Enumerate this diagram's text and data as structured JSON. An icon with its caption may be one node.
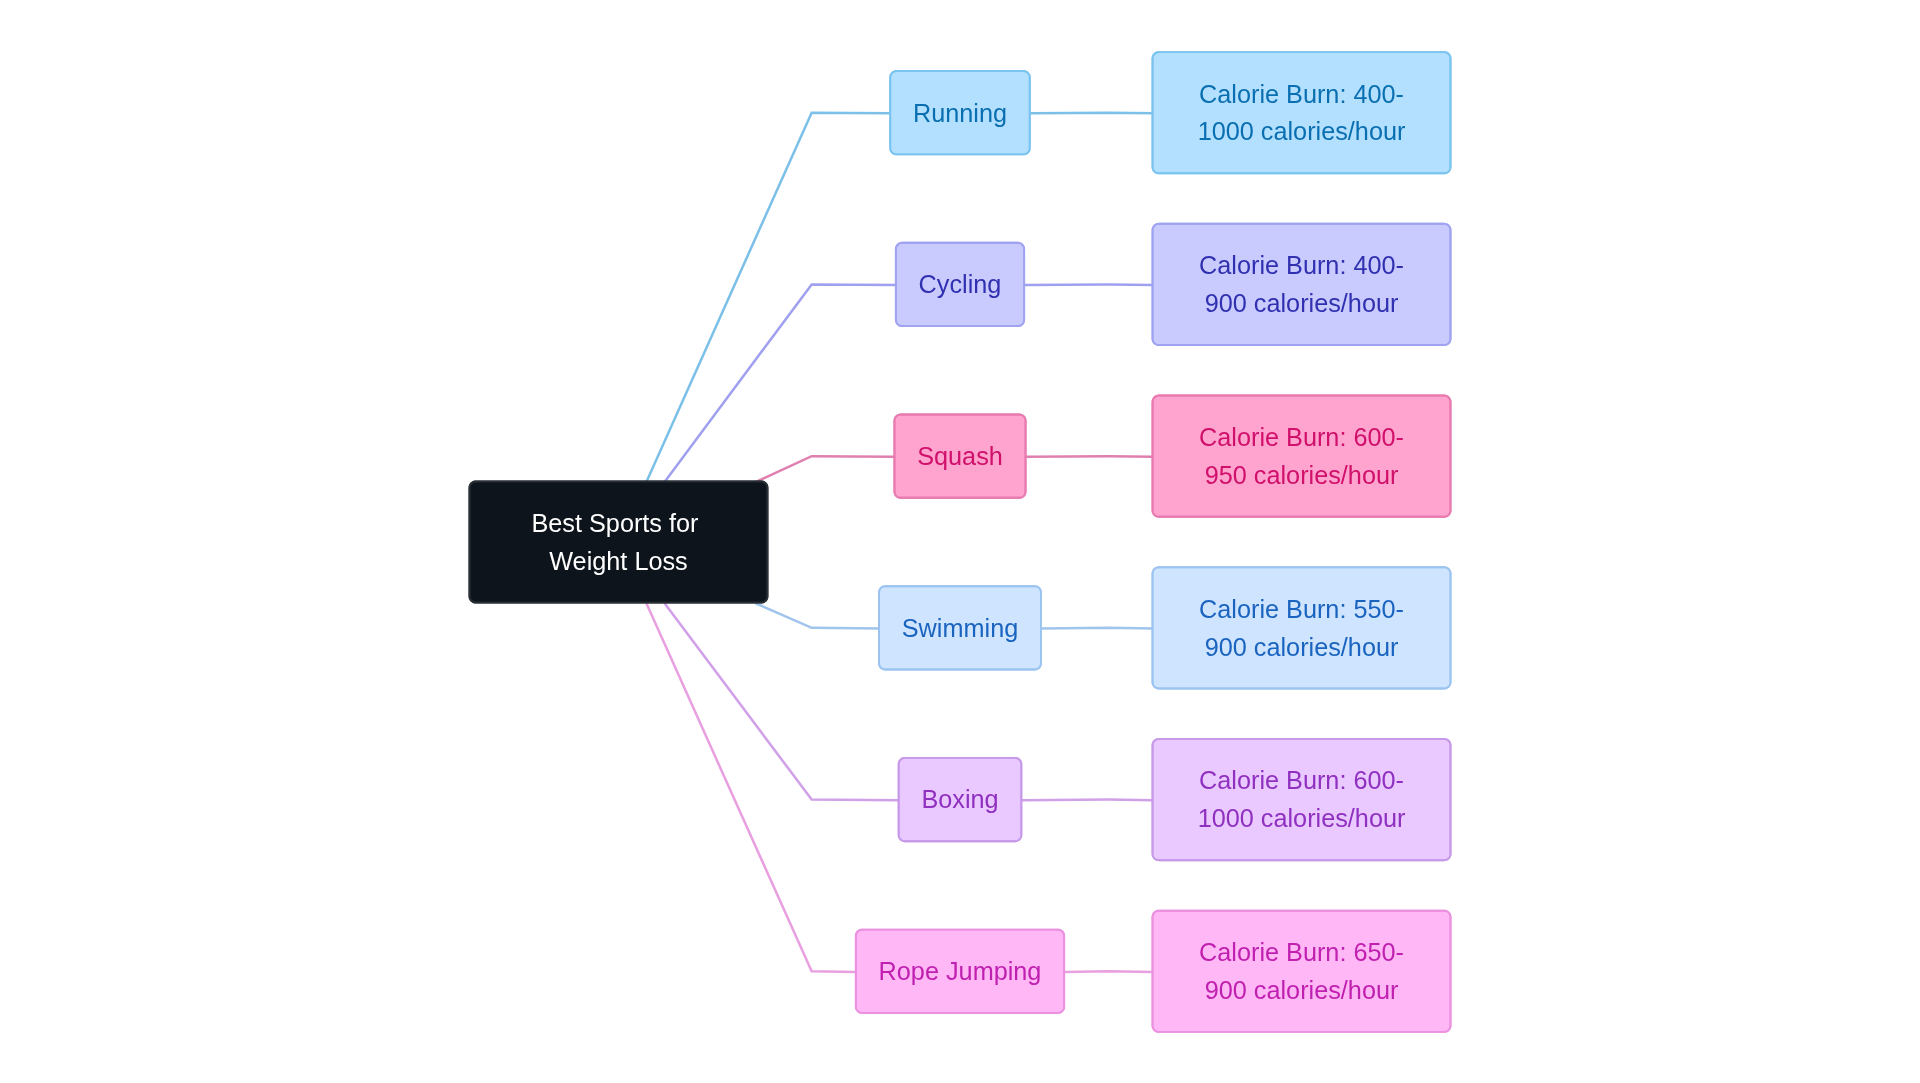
{
  "diagram": {
    "nodes": [
      {
        "text": [
          "Best Sports for Weight Loss"
        ]
      },
      {
        "text": [
          "Running"
        ]
      },
      {
        "text": [
          "Calorie Burn: 400-1000 calories/hour"
        ]
      },
      {
        "text": [
          "Cycling"
        ]
      },
      {
        "text": [
          "Calorie Burn: 400-900 calories/hour"
        ]
      },
      {
        "text": [
          "Squash"
        ]
      },
      {
        "text": [
          "Calorie Burn: 600-950 calories/hour"
        ]
      },
      {
        "text": [
          "Swimming"
        ]
      },
      {
        "text": [
          "Calorie Burn: 550-900 calories/hour"
        ]
      },
      {
        "text": [
          "Boxing"
        ]
      },
      {
        "text": [
          "Calorie Burn: 600-1000 calories/hour"
        ]
      },
      {
        "text": [
          "Rope Jumping"
        ]
      },
      {
        "text": [
          "Calorie Burn: 650-900 calories/hour"
        ]
      }
    ],
    "edges": [
      {
        "from": 0,
        "to": 1,
        "arrow": "none",
        "color": "#7cc0e8"
      },
      {
        "from": 1,
        "to": 2,
        "arrow": "none",
        "color": "#7cc0e8"
      },
      {
        "from": 0,
        "to": 3,
        "arrow": "none",
        "color": "#a0a0f0"
      },
      {
        "from": 3,
        "to": 4,
        "arrow": "none",
        "color": "#a0a0f0"
      },
      {
        "from": 0,
        "to": 5,
        "arrow": "none",
        "color": "#e080b0"
      },
      {
        "from": 5,
        "to": 6,
        "arrow": "none",
        "color": "#e080b0"
      },
      {
        "from": 0,
        "to": 7,
        "arrow": "none",
        "color": "#a0c4ec"
      },
      {
        "from": 7,
        "to": 8,
        "arrow": "none",
        "color": "#a0c4ec"
      },
      {
        "from": 0,
        "to": 9,
        "arrow": "none",
        "color": "#d0a0e8"
      },
      {
        "from": 9,
        "to": 10,
        "arrow": "none",
        "color": "#d0a0e8"
      },
      {
        "from": 0,
        "to": 11,
        "arrow": "none",
        "color": "#e8a0e0"
      },
      {
        "from": 11,
        "to": 12,
        "arrow": "none",
        "color": "#e8a0e0"
      }
    ]
  }
}
